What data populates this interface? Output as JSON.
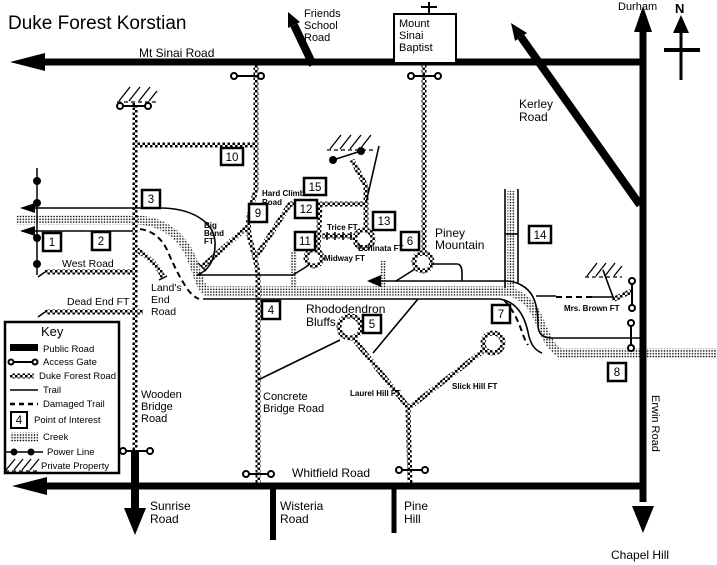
{
  "title": "Duke Forest Korstian",
  "compass": {
    "north": "N"
  },
  "destinations": {
    "durham": "Durham",
    "chapel_hill": "Chapel Hill"
  },
  "landmarks": {
    "mount_sinai_baptist": [
      "Mount",
      "Sinai",
      "Baptist"
    ],
    "piney_mountain": [
      "Piney",
      "Mountain"
    ],
    "rhododendron_bluffs": [
      "Rhododendron",
      "Bluffs"
    ]
  },
  "public_roads": {
    "mt_sinai_road": "Mt Sinai Road",
    "friends_school_road": [
      "Friends",
      "School",
      "Road"
    ],
    "kerley_road": [
      "Kerley",
      "Road"
    ],
    "erwin_road": "Erwin Road",
    "whitfield_road": "Whitfield Road",
    "sunrise_road": [
      "Sunrise",
      "Road"
    ],
    "wisteria_road": [
      "Wisteria",
      "Road"
    ],
    "pine_hill": [
      "Pine",
      "Hill"
    ]
  },
  "forest_roads": {
    "wooden_bridge_road": [
      "Wooden",
      "Bridge",
      "Road"
    ],
    "concrete_bridge_road": [
      "Concrete",
      "Bridge Road"
    ],
    "west_road": "West Road",
    "lands_end_road": [
      "Land's",
      "End",
      "Road"
    ],
    "hard_climb_road": [
      "Hard Climb",
      "Road"
    ],
    "big_bend_ft": [
      "Big",
      "Bend",
      "FT"
    ]
  },
  "trails": {
    "dead_end_ft": "Dead End FT",
    "trice_ft": "Trice FT",
    "midway_ft": "Midway FT",
    "echinata_ft": "Echinata FT",
    "laurel_hill_ft": "Laurel Hill FT",
    "slick_hill_ft": "Slick Hill FT",
    "mrs_brown_ft": "Mrs. Brown FT"
  },
  "points_of_interest": [
    "1",
    "2",
    "3",
    "4",
    "5",
    "6",
    "7",
    "8",
    "9",
    "10",
    "11",
    "12",
    "13",
    "14",
    "15"
  ],
  "legend": {
    "title": "Key",
    "items": [
      {
        "label": "Public Road",
        "symbol": "public-road"
      },
      {
        "label": "Access Gate",
        "symbol": "access-gate"
      },
      {
        "label": "Duke Forest Road",
        "symbol": "duke-forest-road"
      },
      {
        "label": "Trail",
        "symbol": "trail"
      },
      {
        "label": "Damaged Trail",
        "symbol": "damaged-trail"
      },
      {
        "label": "Point of Interest",
        "symbol": "point-of-interest",
        "sample": "4"
      },
      {
        "label": "Creek",
        "symbol": "creek"
      },
      {
        "label": "Power Line",
        "symbol": "power-line"
      },
      {
        "label": "Private Property",
        "symbol": "private-property"
      }
    ]
  },
  "colors": {
    "ink": "#000000",
    "paper": "#ffffff"
  }
}
